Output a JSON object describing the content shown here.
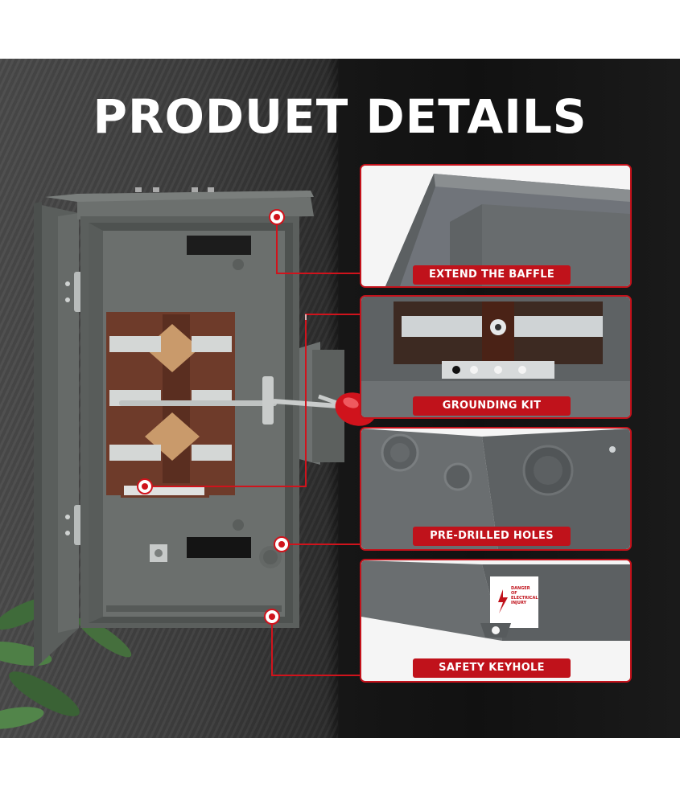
{
  "page": {
    "title": "PRODUET DETAILS"
  },
  "details": [
    {
      "label": "EXTEND THE BAFFLE",
      "image": "baffle-closeup"
    },
    {
      "label": "GROUNDING KIT",
      "image": "grounding-bar-closeup"
    },
    {
      "label": "PRE-DRILLED HOLES",
      "image": "knockout-holes-closeup"
    },
    {
      "label": "SAFETY KEYHOLE",
      "image": "keyhole-tab-closeup"
    }
  ],
  "warning_label": {
    "heading": "DANGER",
    "text": "OF ELECTRICAL INJURY"
  },
  "colors": {
    "accent": "#c0121b",
    "enclosure": "#5f6361",
    "interior": "#6b6f6d",
    "switch_block": "#6e3b2a",
    "handle": "#d0131c"
  },
  "icons": [
    "callout-dot-icon",
    "lightning-bolt-icon"
  ]
}
